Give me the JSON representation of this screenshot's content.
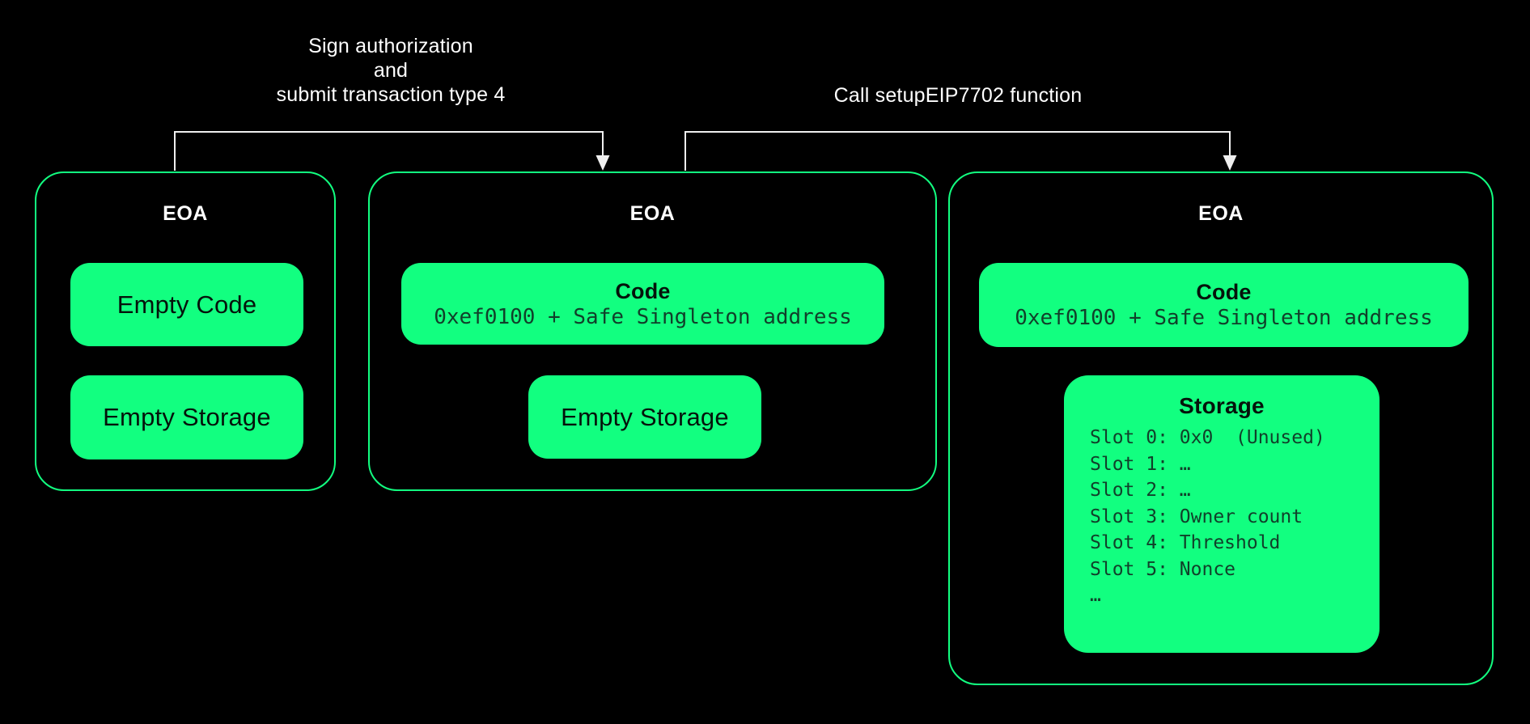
{
  "colors": {
    "background": "#000000",
    "accent_green": "#12ff80",
    "connector_white": "#efefef",
    "heading_white": "#ffffff",
    "chip_text_dark": "#05130b",
    "mono_text_dark_green": "#11402a"
  },
  "arrows": [
    {
      "label_lines": [
        "Sign authorization",
        "and",
        "submit transaction type 4"
      ]
    },
    {
      "label": "Call setupEIP7702 function"
    }
  ],
  "boxes": [
    {
      "title": "EOA",
      "chips": [
        {
          "title": "Empty Code"
        },
        {
          "title": "Empty Storage"
        }
      ]
    },
    {
      "title": "EOA",
      "chips": [
        {
          "title": "Code",
          "subtitle": "0xef0100 + Safe Singleton address"
        },
        {
          "title": "Empty Storage"
        }
      ]
    },
    {
      "title": "EOA",
      "chips": [
        {
          "title": "Code",
          "subtitle": "0xef0100 + Safe Singleton address"
        },
        {
          "title": "Storage",
          "lines": [
            "Slot 0: 0x0  (Unused)",
            "Slot 1: …",
            "Slot 2: …",
            "Slot 3: Owner count",
            "Slot 4: Threshold",
            "Slot 5: Nonce",
            "…"
          ]
        }
      ]
    }
  ]
}
